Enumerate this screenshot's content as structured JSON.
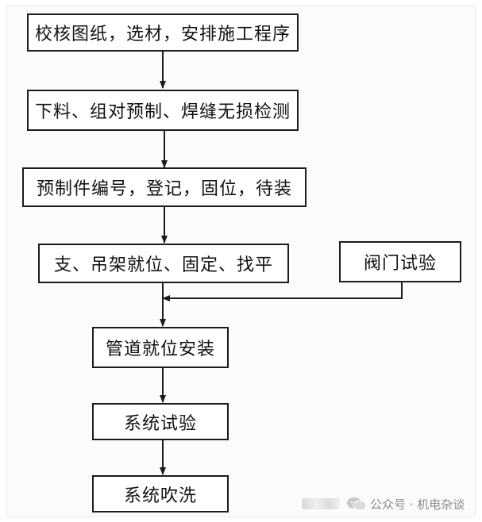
{
  "diagram": {
    "steps": [
      "校核图纸，选材，安排施工程序",
      "下料、组对预制、焊缝无损检测",
      "预制件编号，登记，固位，待装",
      "支、吊架就位、固定、找平",
      "管道就位安装",
      "系统试验",
      "系统吹洗"
    ],
    "side_step": "阀门试验"
  },
  "watermark": {
    "text": "公众号 · 机电杂谈",
    "logo_icon": "wechat-icon"
  },
  "colors": {
    "line": "#1b1b1b",
    "box_border": "#1b1b1b",
    "text": "#111111",
    "watermark": "#8a8a8a"
  }
}
